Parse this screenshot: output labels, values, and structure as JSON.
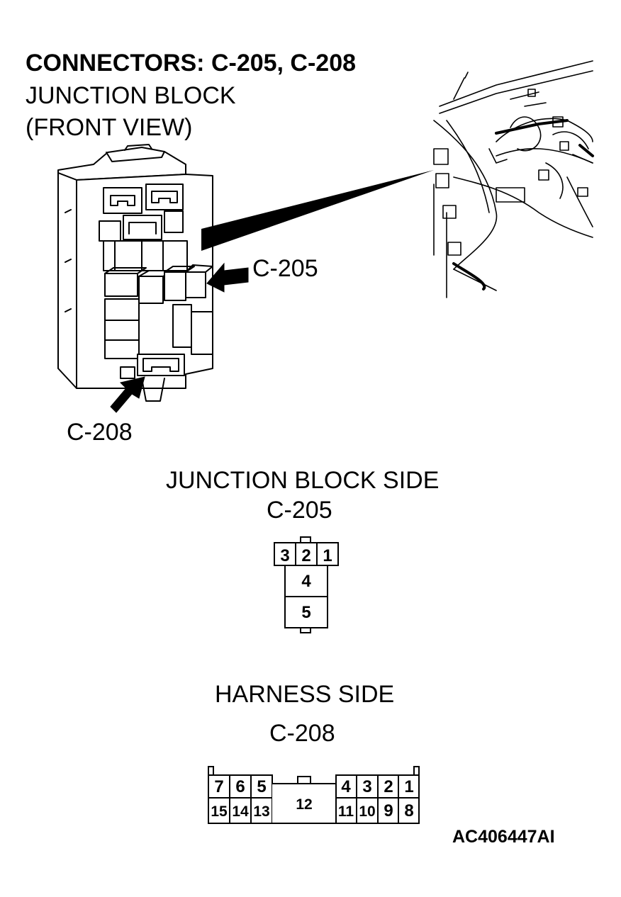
{
  "header": {
    "title": "CONNECTORS: C-205, C-208",
    "line2": "JUNCTION BLOCK",
    "line3": "(FRONT VIEW)"
  },
  "callouts": {
    "c205": "C-205",
    "c208": "C-208"
  },
  "junction_side": {
    "title": "JUNCTION BLOCK SIDE",
    "connector": "C-205",
    "pins_top": [
      "3",
      "2",
      "1"
    ],
    "pins_lower": [
      "4",
      "5"
    ]
  },
  "harness_side": {
    "title": "HARNESS SIDE",
    "connector": "C-208",
    "top_left": [
      "7",
      "6",
      "5"
    ],
    "top_right": [
      "4",
      "3",
      "2",
      "1"
    ],
    "bottom_left": [
      "15",
      "14",
      "13"
    ],
    "center": "12",
    "bottom_right": [
      "11",
      "10",
      "9",
      "8"
    ]
  },
  "figure_code": "AC406447AI"
}
